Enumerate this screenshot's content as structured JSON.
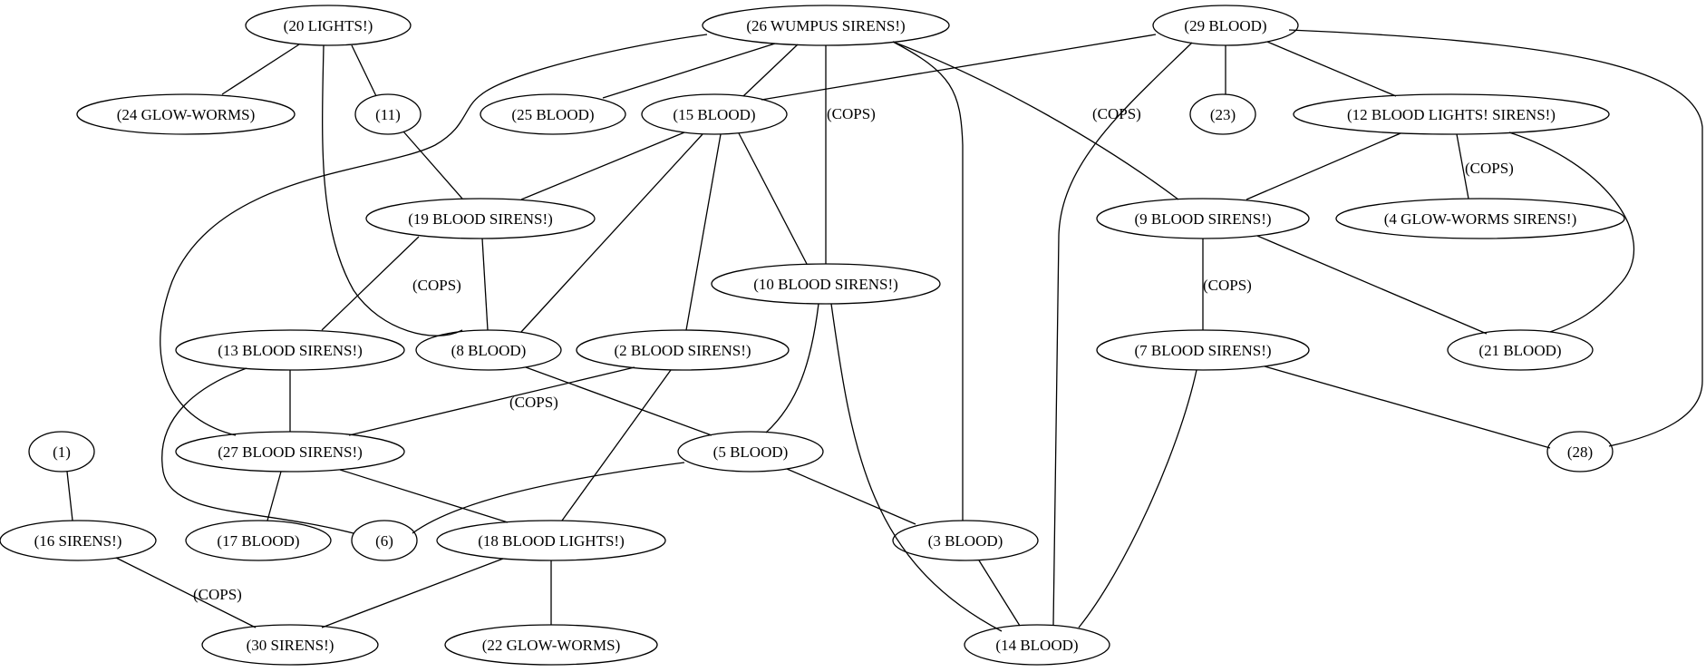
{
  "diagram": {
    "nodes": [
      {
        "id": "n20",
        "label": "(20 LIGHTS!)"
      },
      {
        "id": "n26",
        "label": "(26 WUMPUS SIRENS!)"
      },
      {
        "id": "n29",
        "label": "(29 BLOOD)"
      },
      {
        "id": "n24",
        "label": "(24 GLOW-WORMS)"
      },
      {
        "id": "n11",
        "label": "(11)"
      },
      {
        "id": "n25",
        "label": "(25 BLOOD)"
      },
      {
        "id": "n15",
        "label": "(15 BLOOD)"
      },
      {
        "id": "n23",
        "label": "(23)"
      },
      {
        "id": "n12",
        "label": "(12 BLOOD LIGHTS! SIRENS!)"
      },
      {
        "id": "n19",
        "label": "(19 BLOOD SIRENS!)"
      },
      {
        "id": "n9",
        "label": "(9 BLOOD SIRENS!)"
      },
      {
        "id": "n4",
        "label": "(4 GLOW-WORMS SIRENS!)"
      },
      {
        "id": "n10",
        "label": "(10 BLOOD SIRENS!)"
      },
      {
        "id": "n13",
        "label": "(13 BLOOD SIRENS!)"
      },
      {
        "id": "n8",
        "label": "(8 BLOOD)"
      },
      {
        "id": "n2",
        "label": "(2 BLOOD SIRENS!)"
      },
      {
        "id": "n7",
        "label": "(7 BLOOD SIRENS!)"
      },
      {
        "id": "n21",
        "label": "(21 BLOOD)"
      },
      {
        "id": "n1",
        "label": "(1)"
      },
      {
        "id": "n27",
        "label": "(27 BLOOD SIRENS!)"
      },
      {
        "id": "n5",
        "label": "(5 BLOOD)"
      },
      {
        "id": "n28",
        "label": "(28)"
      },
      {
        "id": "n16",
        "label": "(16 SIRENS!)"
      },
      {
        "id": "n17",
        "label": "(17 BLOOD)"
      },
      {
        "id": "n6",
        "label": "(6)"
      },
      {
        "id": "n18",
        "label": "(18 BLOOD LIGHTS!)"
      },
      {
        "id": "n3",
        "label": "(3 BLOOD)"
      },
      {
        "id": "n30",
        "label": "(30 SIRENS!)"
      },
      {
        "id": "n22",
        "label": "(22 GLOW-WORMS)"
      },
      {
        "id": "n14",
        "label": "(14 BLOOD)"
      }
    ],
    "edges": [
      {
        "id": "e20-24",
        "from": "n20",
        "to": "n24",
        "label": ""
      },
      {
        "id": "e20-11",
        "from": "n20",
        "to": "n11",
        "label": ""
      },
      {
        "id": "e20-8",
        "from": "n20",
        "to": "n8",
        "label": ""
      },
      {
        "id": "e11-19",
        "from": "n11",
        "to": "n19",
        "label": ""
      },
      {
        "id": "e26-25",
        "from": "n26",
        "to": "n25",
        "label": ""
      },
      {
        "id": "e26-15",
        "from": "n26",
        "to": "n15",
        "label": ""
      },
      {
        "id": "e26-10",
        "from": "n26",
        "to": "n10",
        "label": "(COPS)"
      },
      {
        "id": "e26-3",
        "from": "n26",
        "to": "n3",
        "label": ""
      },
      {
        "id": "e26-9",
        "from": "n26",
        "to": "n9",
        "label": "(COPS)"
      },
      {
        "id": "e26-27",
        "from": "n26",
        "to": "n27",
        "label": ""
      },
      {
        "id": "e29-15",
        "from": "n29",
        "to": "n15",
        "label": ""
      },
      {
        "id": "e29-23",
        "from": "n29",
        "to": "n23",
        "label": ""
      },
      {
        "id": "e29-12",
        "from": "n29",
        "to": "n12",
        "label": ""
      },
      {
        "id": "e29-14",
        "from": "n29",
        "to": "n14",
        "label": ""
      },
      {
        "id": "e29-28",
        "from": "n29",
        "to": "n28",
        "label": ""
      },
      {
        "id": "e15-19",
        "from": "n15",
        "to": "n19",
        "label": ""
      },
      {
        "id": "e15-8",
        "from": "n15",
        "to": "n8",
        "label": ""
      },
      {
        "id": "e15-2",
        "from": "n15",
        "to": "n2",
        "label": ""
      },
      {
        "id": "e15-10",
        "from": "n15",
        "to": "n10",
        "label": ""
      },
      {
        "id": "e12-9",
        "from": "n12",
        "to": "n9",
        "label": ""
      },
      {
        "id": "e12-4",
        "from": "n12",
        "to": "n4",
        "label": "(COPS)"
      },
      {
        "id": "e12-21",
        "from": "n12",
        "to": "n21",
        "label": ""
      },
      {
        "id": "e19-13",
        "from": "n19",
        "to": "n13",
        "label": "(COPS)"
      },
      {
        "id": "e19-8",
        "from": "n19",
        "to": "n8",
        "label": ""
      },
      {
        "id": "e9-7",
        "from": "n9",
        "to": "n7",
        "label": "(COPS)"
      },
      {
        "id": "e9-21",
        "from": "n9",
        "to": "n21",
        "label": ""
      },
      {
        "id": "e10-5",
        "from": "n10",
        "to": "n5",
        "label": ""
      },
      {
        "id": "e10-14",
        "from": "n10",
        "to": "n14",
        "label": ""
      },
      {
        "id": "e13-27",
        "from": "n13",
        "to": "n27",
        "label": ""
      },
      {
        "id": "e13-6",
        "from": "n13",
        "to": "n6",
        "label": ""
      },
      {
        "id": "e8-5",
        "from": "n8",
        "to": "n5",
        "label": ""
      },
      {
        "id": "e2-27",
        "from": "n2",
        "to": "n27",
        "label": "(COPS)"
      },
      {
        "id": "e2-18",
        "from": "n2",
        "to": "n18",
        "label": ""
      },
      {
        "id": "e7-28",
        "from": "n7",
        "to": "n28",
        "label": ""
      },
      {
        "id": "e7-14",
        "from": "n7",
        "to": "n14",
        "label": ""
      },
      {
        "id": "e1-16",
        "from": "n1",
        "to": "n16",
        "label": ""
      },
      {
        "id": "e27-17",
        "from": "n27",
        "to": "n17",
        "label": ""
      },
      {
        "id": "e27-18",
        "from": "n27",
        "to": "n18",
        "label": ""
      },
      {
        "id": "e5-6",
        "from": "n5",
        "to": "n6",
        "label": ""
      },
      {
        "id": "e5-3",
        "from": "n5",
        "to": "n3",
        "label": ""
      },
      {
        "id": "e16-30",
        "from": "n16",
        "to": "n30",
        "label": "(COPS)"
      },
      {
        "id": "e18-30",
        "from": "n18",
        "to": "n30",
        "label": ""
      },
      {
        "id": "e18-22",
        "from": "n18",
        "to": "n22",
        "label": ""
      },
      {
        "id": "e3-14",
        "from": "n3",
        "to": "n14",
        "label": ""
      }
    ]
  }
}
